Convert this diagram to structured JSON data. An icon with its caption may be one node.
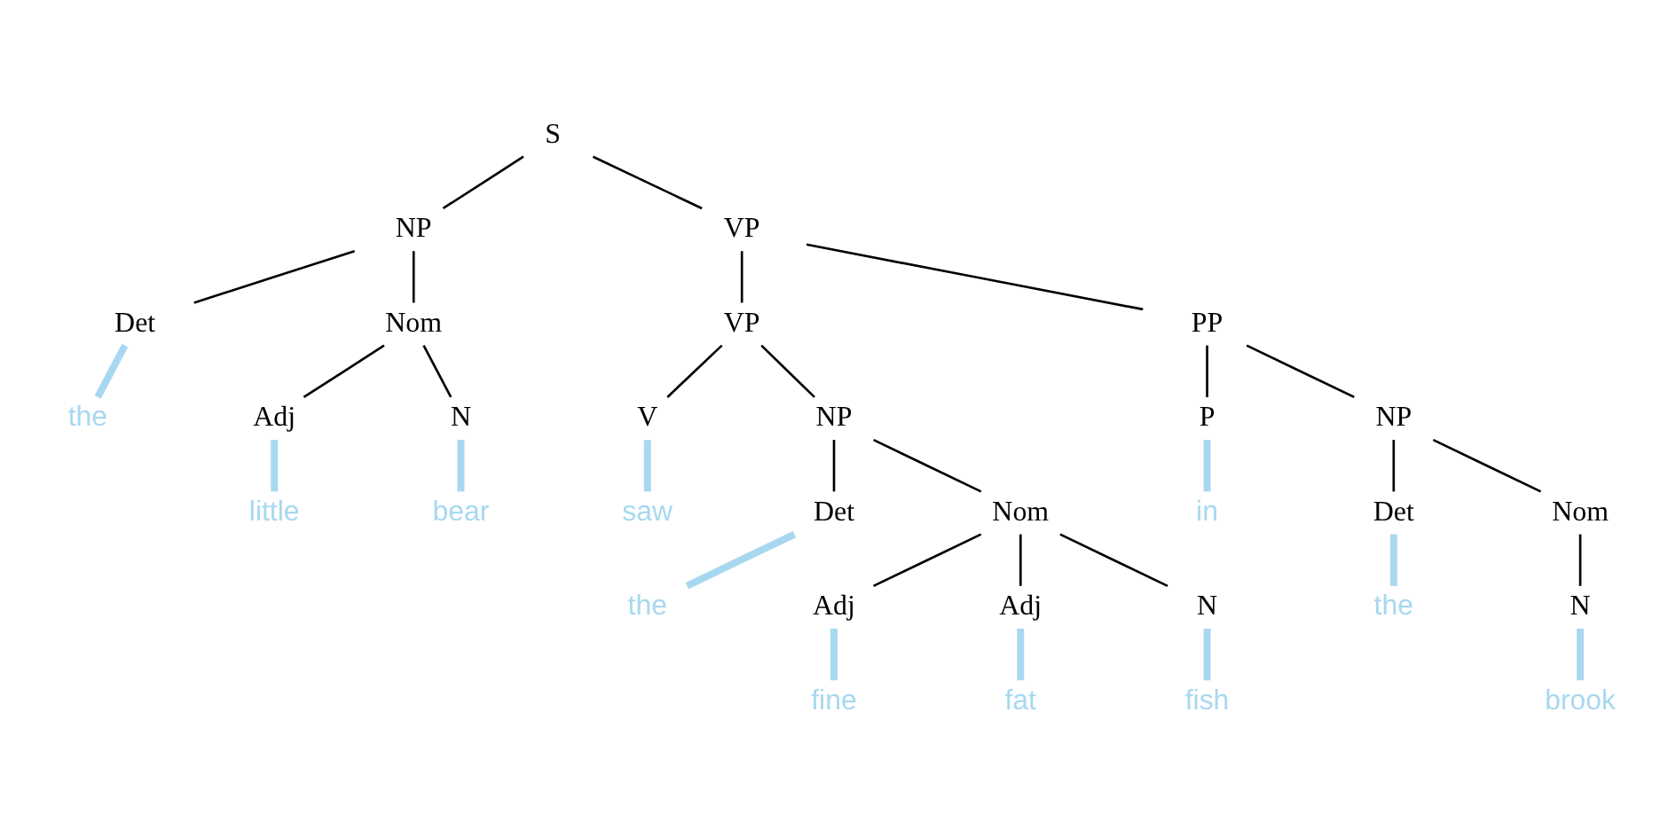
{
  "diagram": {
    "nodes": [
      {
        "text": [
          "S"
        ]
      },
      {
        "text": [
          "NP"
        ]
      },
      {
        "text": [
          "VP"
        ]
      },
      {
        "text": [
          "Det"
        ]
      },
      {
        "text": [
          "Nom"
        ]
      },
      {
        "text": [
          "VP"
        ]
      },
      {
        "text": [
          "PP"
        ]
      },
      {
        "text": [
          "the"
        ]
      },
      {
        "text": [
          "Adj"
        ]
      },
      {
        "text": [
          "N"
        ]
      },
      {
        "text": [
          "V"
        ]
      },
      {
        "text": [
          "NP"
        ]
      },
      {
        "text": [
          "P"
        ]
      },
      {
        "text": [
          "NP"
        ]
      },
      {
        "text": [
          "little"
        ]
      },
      {
        "text": [
          "bear"
        ]
      },
      {
        "text": [
          "saw"
        ]
      },
      {
        "text": [
          "Det"
        ]
      },
      {
        "text": [
          "Nom"
        ]
      },
      {
        "text": [
          "in"
        ]
      },
      {
        "text": [
          "Det"
        ]
      },
      {
        "text": [
          "Nom"
        ]
      },
      {
        "text": [
          "the"
        ]
      },
      {
        "text": [
          "Adj"
        ]
      },
      {
        "text": [
          "Adj"
        ]
      },
      {
        "text": [
          "N"
        ]
      },
      {
        "text": [
          "the"
        ]
      },
      {
        "text": [
          "N"
        ]
      },
      {
        "text": [
          "fine"
        ]
      },
      {
        "text": [
          "fat"
        ]
      },
      {
        "text": [
          "fish"
        ]
      },
      {
        "text": [
          "brook"
        ]
      }
    ],
    "edges": [
      {
        "from": 0,
        "to": 1,
        "arrow": "none"
      },
      {
        "from": 0,
        "to": 2,
        "arrow": "none"
      },
      {
        "from": 1,
        "to": 3,
        "arrow": "none"
      },
      {
        "from": 1,
        "to": 4,
        "arrow": "none"
      },
      {
        "from": 2,
        "to": 5,
        "arrow": "none"
      },
      {
        "from": 2,
        "to": 6,
        "arrow": "none"
      },
      {
        "from": 3,
        "to": 7,
        "arrow": "none",
        "style": "thick",
        "color": "#a8d8f0"
      },
      {
        "from": 4,
        "to": 8,
        "arrow": "none"
      },
      {
        "from": 4,
        "to": 9,
        "arrow": "none"
      },
      {
        "from": 5,
        "to": 10,
        "arrow": "none"
      },
      {
        "from": 5,
        "to": 11,
        "arrow": "none"
      },
      {
        "from": 6,
        "to": 12,
        "arrow": "none"
      },
      {
        "from": 6,
        "to": 13,
        "arrow": "none"
      },
      {
        "from": 8,
        "to": 14,
        "arrow": "none",
        "style": "thick",
        "color": "#a8d8f0"
      },
      {
        "from": 9,
        "to": 15,
        "arrow": "none",
        "style": "thick",
        "color": "#a8d8f0"
      },
      {
        "from": 10,
        "to": 16,
        "arrow": "none",
        "style": "thick",
        "color": "#a8d8f0"
      },
      {
        "from": 11,
        "to": 17,
        "arrow": "none"
      },
      {
        "from": 11,
        "to": 18,
        "arrow": "none"
      },
      {
        "from": 12,
        "to": 19,
        "arrow": "none",
        "style": "thick",
        "color": "#a8d8f0"
      },
      {
        "from": 13,
        "to": 20,
        "arrow": "none"
      },
      {
        "from": 13,
        "to": 21,
        "arrow": "none"
      },
      {
        "from": 17,
        "to": 22,
        "arrow": "none",
        "style": "thick",
        "color": "#a8d8f0"
      },
      {
        "from": 18,
        "to": 23,
        "arrow": "none"
      },
      {
        "from": 18,
        "to": 24,
        "arrow": "none"
      },
      {
        "from": 18,
        "to": 25,
        "arrow": "none"
      },
      {
        "from": 20,
        "to": 26,
        "arrow": "none",
        "style": "thick",
        "color": "#a8d8f0"
      },
      {
        "from": 21,
        "to": 27,
        "arrow": "none"
      },
      {
        "from": 23,
        "to": 28,
        "arrow": "none",
        "style": "thick",
        "color": "#a8d8f0"
      },
      {
        "from": 24,
        "to": 29,
        "arrow": "none",
        "style": "thick",
        "color": "#a8d8f0"
      },
      {
        "from": 25,
        "to": 30,
        "arrow": "none",
        "style": "thick",
        "color": "#a8d8f0"
      },
      {
        "from": 27,
        "to": 31,
        "arrow": "none",
        "style": "thick",
        "color": "#a8d8f0"
      }
    ]
  }
}
